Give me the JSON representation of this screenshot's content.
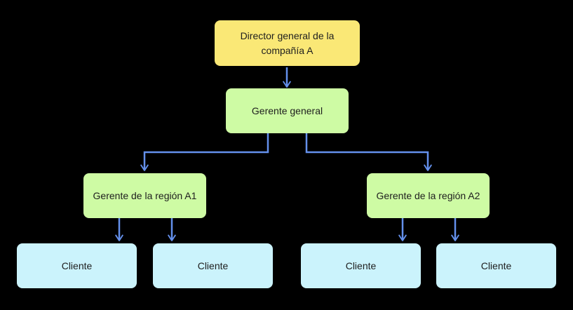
{
  "diagram": {
    "type": "org-chart",
    "background_color": "#000000",
    "connector_color": "#6490ec",
    "text_color": "#1e1e1e",
    "node_colors": {
      "director": "#fae876",
      "manager": "#cefba4",
      "client": "#cbf3fc"
    },
    "nodes": {
      "director": {
        "label": "Director general de la compañía A",
        "fill": "#fae876"
      },
      "gerente_general": {
        "label": "Gerente general",
        "fill": "#cefba4"
      },
      "gerente_region_a1": {
        "label": "Gerente de la región A1",
        "fill": "#cefba4"
      },
      "gerente_region_a2": {
        "label": "Gerente de la región A2",
        "fill": "#cefba4"
      },
      "cliente_1": {
        "label": "Cliente",
        "fill": "#cbf3fc"
      },
      "cliente_2": {
        "label": "Cliente",
        "fill": "#cbf3fc"
      },
      "cliente_3": {
        "label": "Cliente",
        "fill": "#cbf3fc"
      },
      "cliente_4": {
        "label": "Cliente",
        "fill": "#cbf3fc"
      }
    },
    "edges": [
      {
        "from": "director",
        "to": "gerente_general"
      },
      {
        "from": "gerente_general",
        "to": "gerente_region_a1"
      },
      {
        "from": "gerente_general",
        "to": "gerente_region_a2"
      },
      {
        "from": "gerente_region_a1",
        "to": "cliente_1"
      },
      {
        "from": "gerente_region_a1",
        "to": "cliente_2"
      },
      {
        "from": "gerente_region_a2",
        "to": "cliente_3"
      },
      {
        "from": "gerente_region_a2",
        "to": "cliente_4"
      }
    ]
  }
}
